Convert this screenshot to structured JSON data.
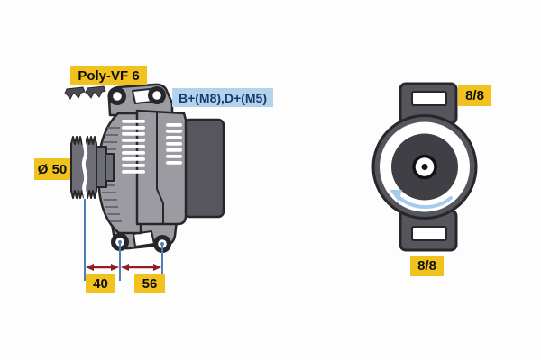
{
  "side_view": {
    "belt_type_label": "Poly-VF 6",
    "pulley_diameter_label": "Ø 50",
    "terminals_label": "B+(M8),D+(M5)",
    "dimensions": {
      "pulley_to_mount": "40",
      "mount_spacing": "56"
    }
  },
  "front_view": {
    "ratio_top": "8/8",
    "ratio_bottom": "8/8",
    "rotation_direction": "counterclockwise"
  },
  "icons": {
    "belt_profile": "poly-v-belt-cross-section",
    "rotation_arrow": "counterclockwise-rotation-arrow"
  },
  "colors": {
    "background": "#fdfdfd",
    "label_yellow": "#f1c11e",
    "label_blue_bg": "#b4d2ec",
    "label_blue_text": "#173a70",
    "body_gray": "#9b9ba1",
    "pulley_gray": "#6e6e76",
    "block_dark": "#56565c",
    "body_dark": "#55555b",
    "disc_dark": "#3f3f45",
    "outline": "#26262b",
    "rib_gray": "#63636b",
    "belt_icon_gray": "#4a4a50",
    "dim_blue": "#4e80b8",
    "dim_red": "#8e2025",
    "rotation_blue": "#a7cbee"
  }
}
